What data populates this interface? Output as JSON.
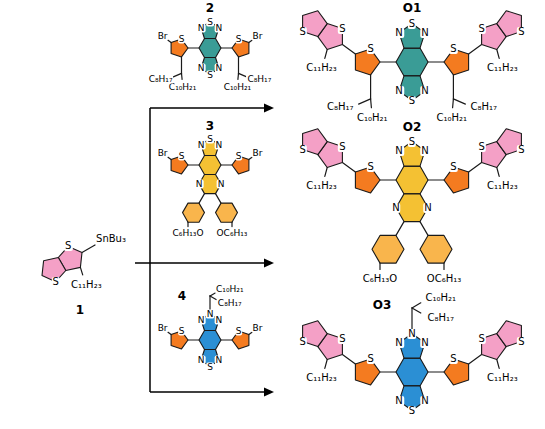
{
  "diagram": {
    "labels": [
      "SnBu₃",
      "S",
      "S",
      "C₁₁H₂₃",
      "1",
      "N",
      "S",
      "N",
      "N",
      "S",
      "N",
      "S",
      "Br",
      "C₁₀H₂₁",
      "C₈H₁₇",
      "S",
      "Br",
      "C₁₀H₂₁",
      "C₈H₁₇",
      "2",
      "N",
      "S",
      "N",
      "N",
      "N",
      "C₆H₁₃O",
      "OC₆H₁₃",
      "S",
      "Br",
      "S",
      "Br",
      "3",
      "N",
      "N",
      "N",
      "C₁₀H₂₁",
      "C₈H₁₇",
      "N",
      "S",
      "N",
      "S",
      "Br",
      "S",
      "Br",
      "4",
      "N",
      "S",
      "N",
      "N",
      "S",
      "N",
      "S",
      "C₁₀H₂₁",
      "C₈H₁₇",
      "S",
      "S",
      "C₁₁H₂₃",
      "S",
      "C₁₀H₂₁",
      "C₈H₁₇",
      "S",
      "S",
      "C₁₁H₂₃",
      "O1",
      "N",
      "S",
      "N",
      "N",
      "N",
      "C₆H₁₃O",
      "OC₆H₁₃",
      "S",
      "S",
      "S",
      "C₁₁H₂₃",
      "S",
      "S",
      "S",
      "C₁₁H₂₃",
      "O2",
      "N",
      "N",
      "N",
      "C₁₀H₂₁",
      "C₈H₁₇",
      "N",
      "S",
      "N",
      "S",
      "S",
      "S",
      "C₁₁H₂₃",
      "S",
      "S",
      "S",
      "C₁₁H₂₃",
      "O3"
    ]
  }
}
